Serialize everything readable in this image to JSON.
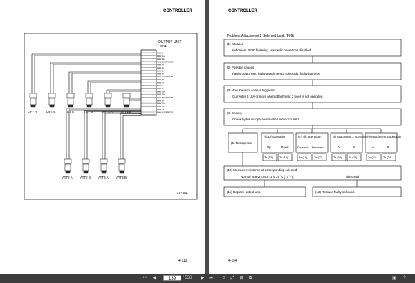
{
  "left_page": {
    "header": "CONTROLLER",
    "page_number": "4-113",
    "figure_number": "212384",
    "output_unit_label": "OUTPUT UNIT",
    "output_unit_sub": "CN1",
    "pin_labels": [
      "PWM 8+",
      "PWM 11+",
      "PWM 12+",
      "PWM 5 SUPPRESS",
      "PWM 4+",
      "PWM 3+",
      "PWM 5+",
      "PWM 6+",
      "PWM 7 SUPPRESS",
      "PWM 10+",
      "PWM 9+",
      "PWM 2+",
      "PWM 1+",
      "PWM 14+",
      "PWM 13+",
      "PWM 5 SUPPRESS",
      "PWM 6+",
      "PWM 15+",
      "PWM 16+",
      "PWM 7+",
      "PWM 8 SUPPRESS"
    ],
    "solenoids_top": [
      "LIFT A",
      "LIFT B",
      "TILT A",
      "TILT B",
      "ATT1 A",
      "ATT1 B"
    ],
    "solenoids_bottom": [
      "ATT2 A",
      "ATT2 B",
      "ATT3 A",
      "ATT3 B"
    ]
  },
  "right_page": {
    "header": "CONTROLLER",
    "page_number": "4-154",
    "problem": "Problem: Attachment 2 Solenoid Leak (F09)",
    "situation": {
      "title": "(1) Situation",
      "text": "Indication: \"F09\" flickering. Hydraulic operations disabled."
    },
    "causes": {
      "title": "(2) Possible causes",
      "text": "Faulty output unit, faulty attachment 2 solenoids, faulty harness."
    },
    "trigger": {
      "title": "(3) How the error code is triggered",
      "text": "Current is 0.18A or more when attachment 2 lever is not operated."
    },
    "checks": {
      "title": "(4) Checks",
      "text": "Check hydraulic operations when error occurred."
    },
    "not_operate": "(5) Not operate",
    "lift": {
      "title": "(6) Lift operation",
      "up": "Up",
      "down": "Down",
      "to_up": "To (13)",
      "to_down": "To (16)"
    },
    "tilt": {
      "title": "(7) Tilt operation",
      "forward": "Forward",
      "backward": "Backward",
      "to_fwd": "To (19)",
      "to_bwd": "To (22)"
    },
    "att1": {
      "title": "(8) Attachment 1 operation",
      "a": "A",
      "b": "B",
      "to_a": "To (25)",
      "to_b": "To (28)"
    },
    "att3": {
      "title": "(9) Attachment 3 operation",
      "a": "A",
      "b": "B",
      "to_a": "To (31)",
      "to_b": "To (34)"
    },
    "measure": {
      "title": "(10) Measure resistance of corresponding solenoid.",
      "normal": "Normal [6.6 Ω to 9.8 Ω at 25°C (77°F)]",
      "abnormal": "Abnormal"
    },
    "replace_output": "(11) Replace output unit.",
    "replace_solenoid": "(12) Replace faulty solenoid."
  },
  "toolbar": {
    "first": "⏮",
    "prev": "◀",
    "current_page": "139",
    "total_pages": "/ 536",
    "next": "▶",
    "last": "⏭",
    "icons": [
      "⟲",
      "⤢",
      "⊞",
      "⧉",
      "▣",
      "?"
    ]
  }
}
